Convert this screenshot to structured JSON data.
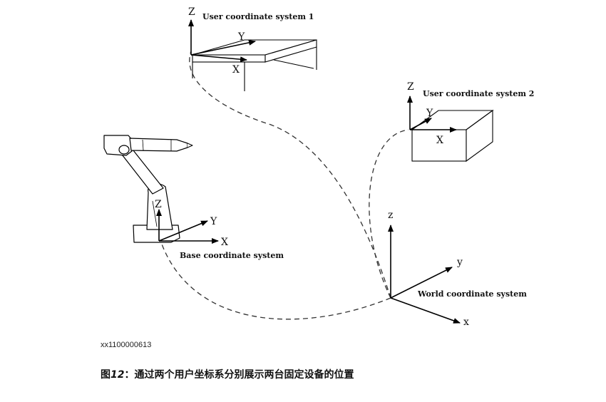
{
  "labels": {
    "user1": "User coordinate system 1",
    "user2": "User coordinate system 2",
    "base": "Base coordinate system",
    "world": "World coordinate system"
  },
  "axes": {
    "user1": {
      "z": "Z",
      "y": "Y",
      "x": "X"
    },
    "user2": {
      "z": "Z",
      "y": "Y",
      "x": "X"
    },
    "base": {
      "z": "Z",
      "y": "Y",
      "x": "X"
    },
    "world": {
      "z": "z",
      "y": "y",
      "x": "x"
    }
  },
  "reference_id": "xx1100000613",
  "caption": {
    "prefix": "图",
    "number": "12",
    "text": "：通过两个用户坐标系分别展示两台固定设备的位置"
  }
}
